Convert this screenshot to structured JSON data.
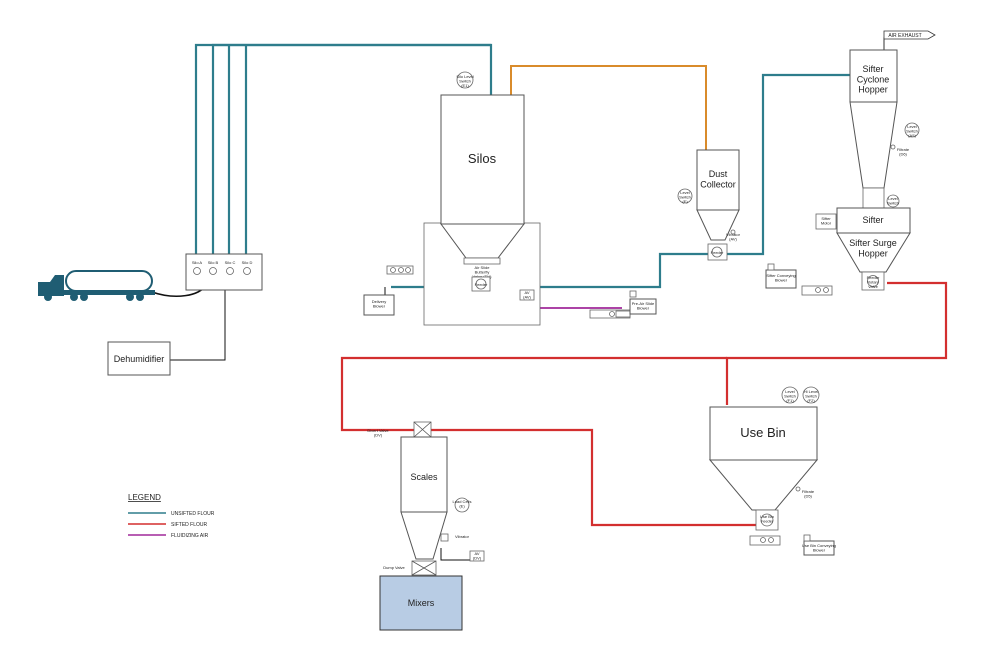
{
  "colors": {
    "unsifted": "#2e7d8c",
    "sifted": "#d32f2f",
    "fluidizing": "#a0299a",
    "dust": "#d98b2b",
    "truck": "#1f5d73",
    "mixer_fill": "#b8cce4"
  },
  "labels": {
    "silo_a": "Silo A",
    "silo_b": "Silo B",
    "silo_c": "Silo C",
    "silo_d": "Silo D",
    "dehumidifier": "Dehumidifier",
    "delivery_blower": "Delivery\nBlower",
    "silos": "Silos",
    "silo_top_instr": "Silo Level\nSwitch\n(E1)",
    "butterfly": "Air Slide\nButterfly\nValve (DV)",
    "feeder": "Feeder",
    "air_valve": "AV\n(AV)",
    "pre_air_blower": "Pre-Air Slide\nBlower",
    "dust_collector": "Dust\nCollector",
    "dust_level": "Level\nSwitch\n(E)",
    "dust_vibrator": "Vibrator\n(AV)",
    "dust_feeder": "Feeder",
    "air_exhaust": "AIR EXHAUST",
    "sifter_cyclone": "Sifter\nCyclone\nHopper",
    "cyclone_switch": "Level\nSwitch\n(A5)",
    "cyclone_filter": "Filtrate\n(D6)",
    "sifter_level": "Level\nSwitch",
    "sifter": "Sifter",
    "sifter_motor": "Sifter\nMotor",
    "sifter_surge": "Sifter Surge\nHopper",
    "surge_feeder": "Feeder\nRotary\nValve",
    "sifter_blower": "Sifter Conveying\nBlower",
    "use_bin": "Use Bin",
    "usebin_sw1": "Level\nSwitch\n(F1)",
    "usebin_sw2": "Hi Level\nSwitch\n(F2)",
    "usebin_filter": "Filtrate\n(D5)",
    "usebin_feeder": "Use Bin\nFeeder",
    "usebin_blower": "Use Bin Conveying\nBlower",
    "diverter": "Divert Valve\n(DV)",
    "scales": "Scales",
    "scales_sw": "Load Cells\n(E)",
    "vibrator": "Vibrator",
    "av_small": "AV\n(DV)",
    "dump_valve": "Dump Valve",
    "mixers": "Mixers",
    "legend_title": "LEGEND",
    "legend_unsifted": "UNSIFTED FLOUR",
    "legend_sifted": "SIFTED FLOUR",
    "legend_fluid": "FLUIDIZING AIR"
  }
}
